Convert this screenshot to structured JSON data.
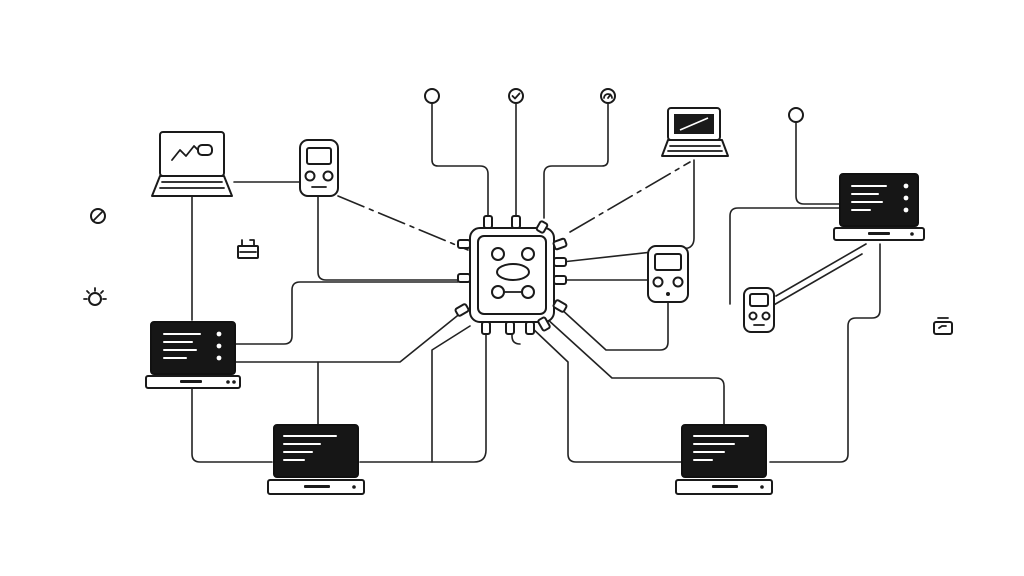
{
  "diagram": {
    "hub": {
      "icon": "network-hub-icon"
    },
    "laptops_with_screen_text": [
      {
        "id": "laptop-mid-left",
        "icon": "laptop-icon"
      },
      {
        "id": "laptop-bottom-left",
        "icon": "laptop-icon"
      },
      {
        "id": "laptop-bottom-right",
        "icon": "laptop-icon"
      },
      {
        "id": "laptop-right",
        "icon": "laptop-icon"
      }
    ],
    "laptops_plain": [
      {
        "id": "laptop-top-left",
        "icon": "laptop-chart-icon"
      },
      {
        "id": "laptop-top-right",
        "icon": "laptop-icon"
      }
    ],
    "handheld_devices": [
      {
        "id": "device-top-left",
        "icon": "handheld-device-icon"
      },
      {
        "id": "device-center-right",
        "icon": "handheld-device-icon"
      },
      {
        "id": "device-right",
        "icon": "handheld-device-icon"
      }
    ],
    "top_terminals": [
      {
        "id": "terminal-circle",
        "icon": "circle-icon"
      },
      {
        "id": "terminal-check",
        "icon": "check-circle-icon"
      },
      {
        "id": "terminal-gauge",
        "icon": "gauge-circle-icon"
      },
      {
        "id": "terminal-far-right",
        "icon": "circle-icon"
      }
    ],
    "floating_icons": [
      {
        "id": "icon-no",
        "icon": "prohibited-icon"
      },
      {
        "id": "icon-battery",
        "icon": "battery-icon"
      },
      {
        "id": "icon-sun",
        "icon": "sun-icon"
      },
      {
        "id": "icon-timer",
        "icon": "timer-icon"
      }
    ]
  }
}
